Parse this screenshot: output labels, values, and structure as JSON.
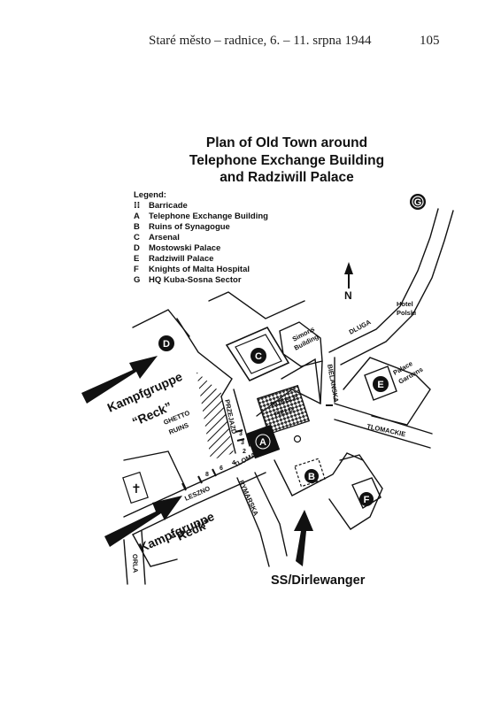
{
  "header": {
    "running_title": "Staré město – radnice, 6. – 11. srpna 1944",
    "page_number": "105"
  },
  "map": {
    "title_lines": [
      "Plan of Old Town around",
      "Telephone Exchange Building",
      "and Radziwill Palace"
    ],
    "legend": {
      "heading": "Legend:",
      "items": [
        {
          "key": "⁝⁝",
          "text": "Barricade"
        },
        {
          "key": "A",
          "text": "Telephone Exchange Building"
        },
        {
          "key": "B",
          "text": "Ruins of Synagogue"
        },
        {
          "key": "C",
          "text": "Arsenal"
        },
        {
          "key": "D",
          "text": "Mostowski Palace"
        },
        {
          "key": "E",
          "text": "Radziwill Palace"
        },
        {
          "key": "F",
          "text": "Knights of Malta Hospital"
        },
        {
          "key": "G",
          "text": "HQ Kuba-Sosna Sector"
        }
      ]
    },
    "north": "N",
    "markers": {
      "a": "A",
      "b": "B",
      "c": "C",
      "d": "D",
      "e": "E",
      "f": "F",
      "g": "G"
    },
    "streets": {
      "dluga": "DLUGA",
      "bielanska": "BIELANSKA",
      "tlomackie_east": "TLOMACKIE",
      "tlomackie_west": "TLOMACKIE",
      "przejazd": "PRZEJAZD",
      "leszno": "LESZNO",
      "rymarska": "RYMARSKA",
      "orla": "ORLA"
    },
    "places": {
      "hotel_polski_1": "Hotel",
      "hotel_polski_2": "Polski",
      "simons_1": "Simons",
      "simons_2": "Building",
      "palace_gardens_1": "Palace",
      "palace_gardens_2": "Gardens",
      "rubble_1": "RUBBLE",
      "rubble_2": "FIELD",
      "ghetto_1": "GHETTO",
      "ghetto_2": "RUINS"
    },
    "forces": {
      "north_group_1": "Kampfgruppe",
      "north_group_2": "“Reck”",
      "south_group_1": "Kampfgruppe",
      "south_group_2": "“Reck”",
      "dirlewanger": "SS/Dirlewanger"
    },
    "house_numbers": [
      "8",
      "6",
      "4",
      "3",
      "3",
      "2"
    ]
  }
}
